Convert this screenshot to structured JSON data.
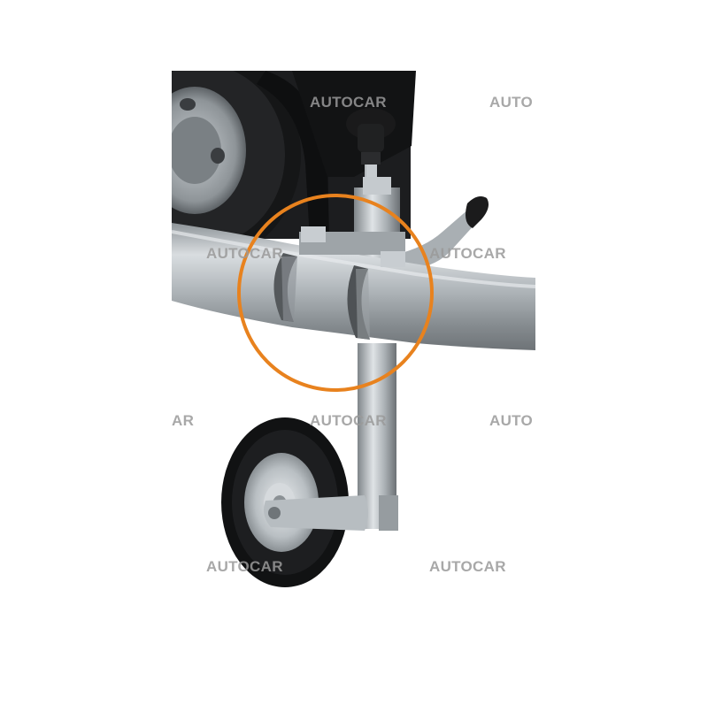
{
  "photo": {
    "subject": "trailer-jockey-wheel-with-clamp",
    "highlight_color": "#E8821E",
    "watermark_color": "#9a9a9a"
  },
  "watermarks": [
    {
      "id": "wm-1",
      "text": "AUTOCAR"
    },
    {
      "id": "wm-2",
      "text": "AUTO"
    },
    {
      "id": "wm-3",
      "text": "AUTOCAR"
    },
    {
      "id": "wm-4",
      "text": "AUTOCAR"
    },
    {
      "id": "wm-5",
      "text": "AR"
    },
    {
      "id": "wm-6",
      "text": "AUTOCAR"
    },
    {
      "id": "wm-7",
      "text": "AUTO"
    },
    {
      "id": "wm-8",
      "text": "AUTOCAR"
    },
    {
      "id": "wm-9",
      "text": "AUTOCAR"
    }
  ]
}
